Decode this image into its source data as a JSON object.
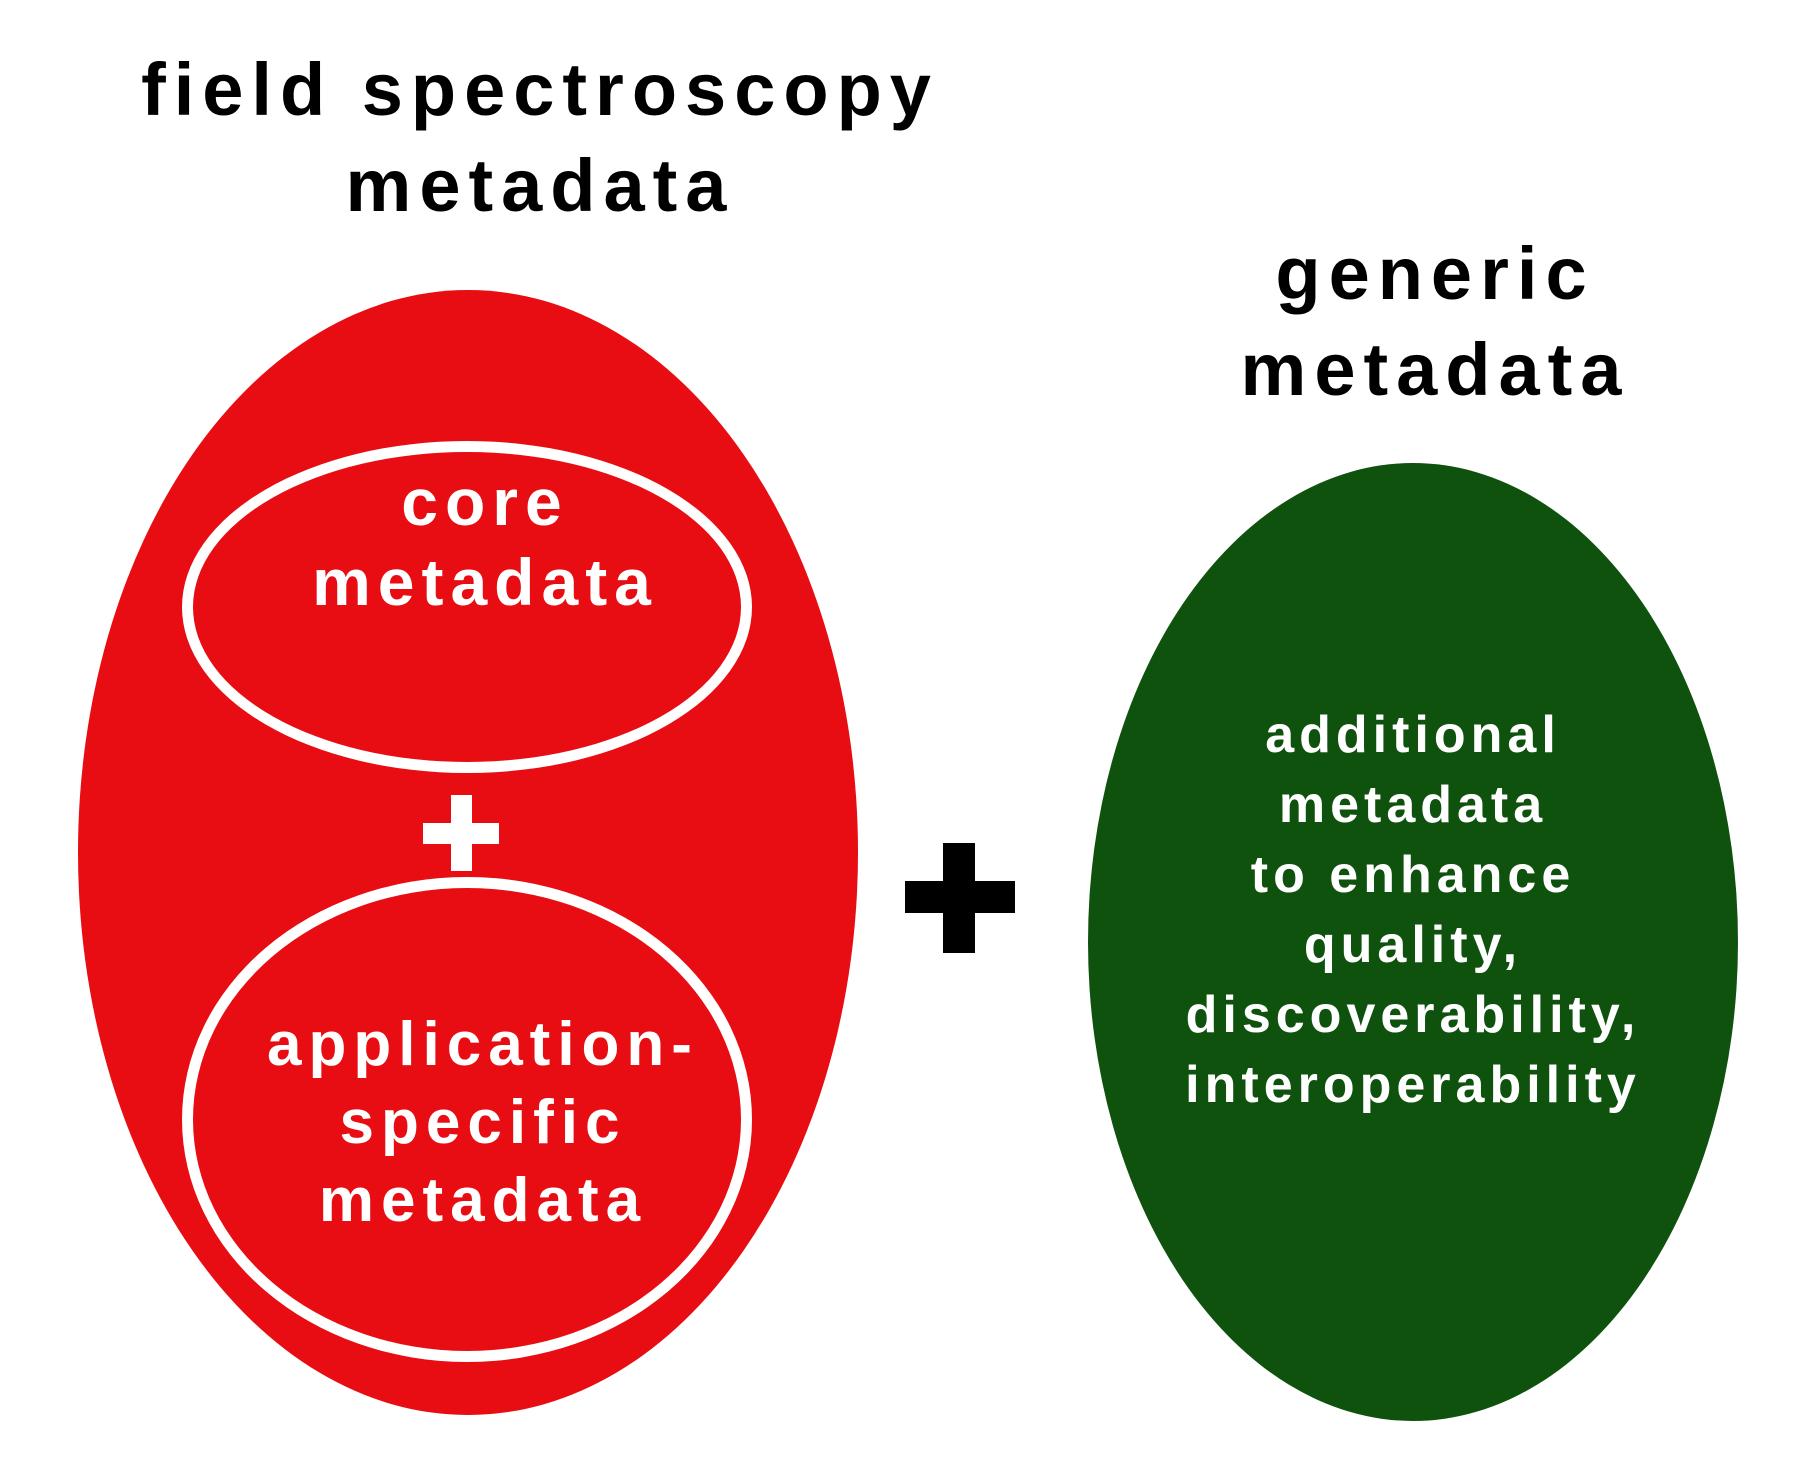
{
  "field_spectroscopy": {
    "title_lines": [
      "field spectroscopy",
      "metadata"
    ],
    "color": "#e80d12",
    "core": {
      "lines": [
        "core",
        "metadata"
      ]
    },
    "application_specific": {
      "lines": [
        "application-",
        "specific",
        "metadata"
      ]
    },
    "inner_plus_icon": "plus-icon"
  },
  "combine_plus_icon": "plus-icon",
  "generic": {
    "title_lines": [
      "generic",
      "metadata"
    ],
    "color": "#0e520e",
    "body_lines": [
      "additional",
      "metadata",
      "to enhance",
      "quality,",
      "discoverability,",
      "interoperability"
    ]
  }
}
